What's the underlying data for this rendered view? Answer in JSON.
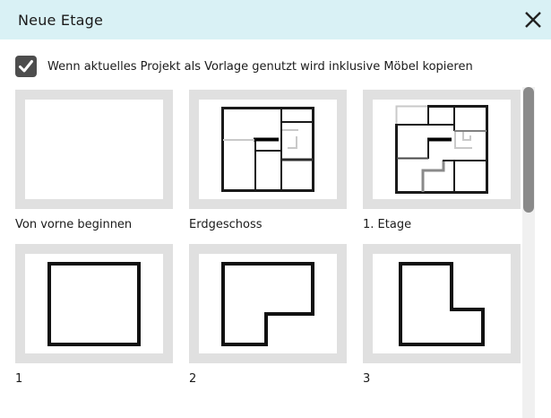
{
  "dialog": {
    "title": "Neue Etage",
    "close_icon": "x"
  },
  "options": {
    "copy_furniture": {
      "checked": true,
      "label": "Wenn aktuelles Projekt als Vorlage genutzt wird inklusive Möbel kopieren"
    }
  },
  "templates": [
    {
      "label": "Von vorne beginnen",
      "thumbnail": "blank-floor"
    },
    {
      "label": "Erdgeschoss",
      "thumbnail": "floorplan-ground-floor"
    },
    {
      "label": "1. Etage",
      "thumbnail": "floorplan-first-floor"
    },
    {
      "label": "1",
      "thumbnail": "shape-rectangle"
    },
    {
      "label": "2",
      "thumbnail": "shape-l-notch-bottom-right"
    },
    {
      "label": "3",
      "thumbnail": "shape-l-notch-top-right"
    }
  ],
  "colors": {
    "header_bg": "#d9f1f5",
    "checkbox_bg": "#4d4d4d",
    "thumb_frame": "#e0e0e0",
    "plan_wall_dark": "#1a1a1a",
    "plan_wall_gray": "#808080",
    "plan_wall_light": "#c9c9c9",
    "scroll_thumb": "#8a8a8a",
    "scroll_track": "#f0f0f0",
    "text": "#1b1b1b"
  }
}
